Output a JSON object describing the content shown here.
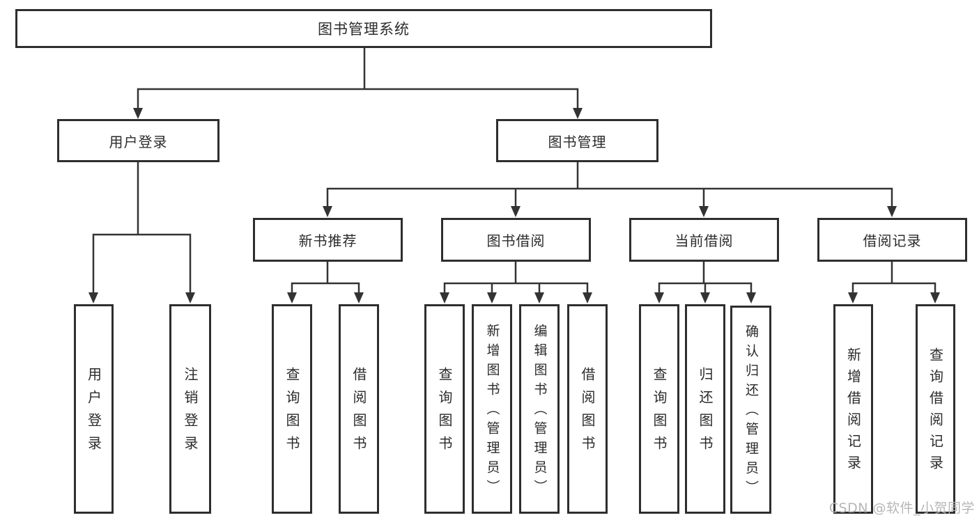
{
  "watermark": "CSDN @软件_小贺同学",
  "chart": {
    "root": "图书管理系统",
    "level2": {
      "user_login": "用户登录",
      "book_mgmt": "图书管理"
    },
    "user_login_children": {
      "login": "用户登录",
      "logout": "注销登录"
    },
    "level3": {
      "new_books": "新书推荐",
      "borrow": "图书借阅",
      "current": "当前借阅",
      "records": "借阅记录"
    },
    "new_books_children": {
      "query": "查询图书",
      "borrow": "借阅图书"
    },
    "borrow_children": {
      "query": "查询图书",
      "add": "新增图书（管理员）",
      "edit": "编辑图书（管理员）",
      "borrow": "借阅图书"
    },
    "current_children": {
      "query": "查询图书",
      "return": "归还图书",
      "confirm": "确认归还（管理员）"
    },
    "records_children": {
      "add": "新增借阅记录",
      "query": "查询借阅记录"
    }
  }
}
